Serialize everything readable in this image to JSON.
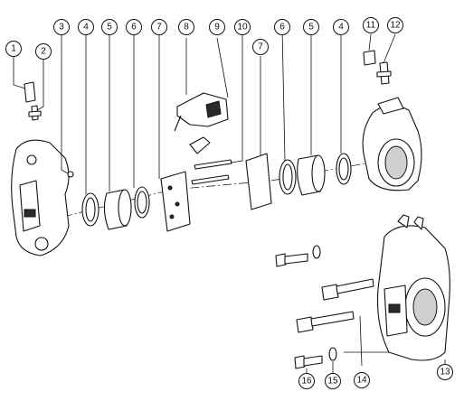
{
  "callouts": [
    {
      "label": "1"
    },
    {
      "label": "2"
    },
    {
      "label": "3"
    },
    {
      "label": "4"
    },
    {
      "label": "5"
    },
    {
      "label": "6"
    },
    {
      "label": "7"
    },
    {
      "label": "8"
    },
    {
      "label": "9"
    },
    {
      "label": "10"
    },
    {
      "label": "7"
    },
    {
      "label": "6"
    },
    {
      "label": "5"
    },
    {
      "label": "4"
    },
    {
      "label": "11"
    },
    {
      "label": "12"
    },
    {
      "label": "13"
    },
    {
      "label": "14"
    },
    {
      "label": "15"
    },
    {
      "label": "16"
    }
  ]
}
